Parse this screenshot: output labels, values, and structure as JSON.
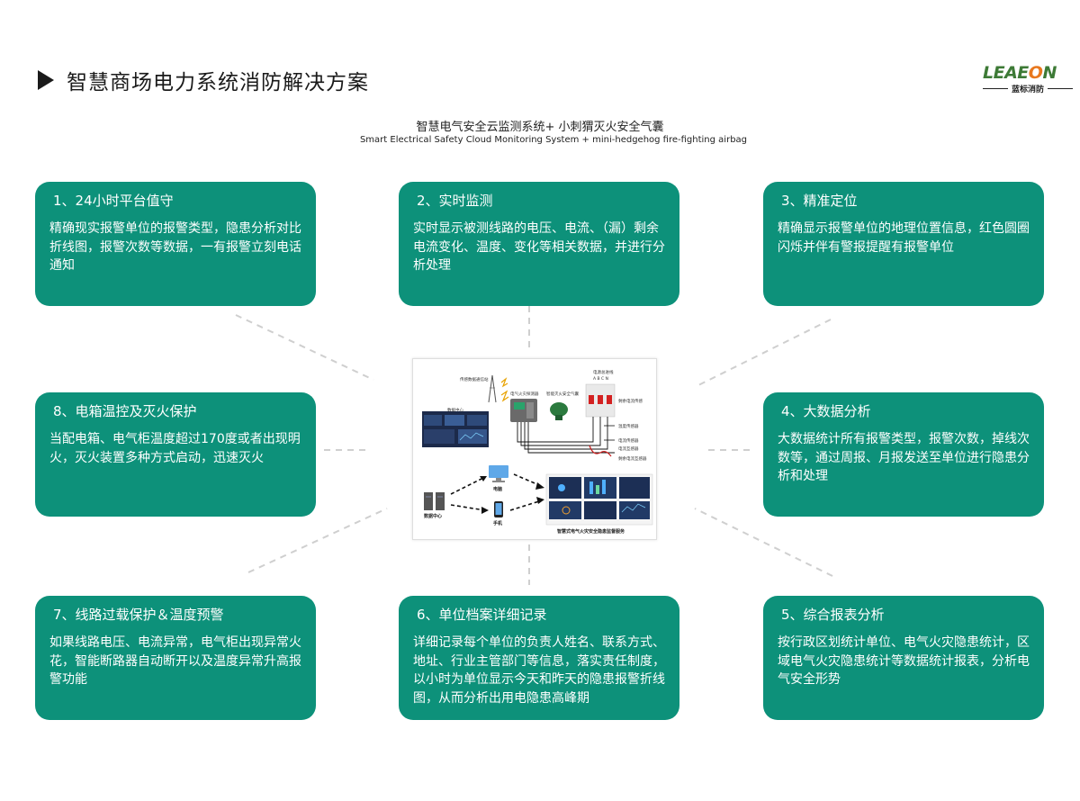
{
  "header": {
    "title": "智慧商场电力系统消防解决方案",
    "logo_text_a": "LEAE",
    "logo_text_b": "O",
    "logo_text_c": "N",
    "logo_sub": "蓝标消防"
  },
  "subtitle": {
    "cn": "智慧电气安全云监测系统+ 小刺猬灭火安全气囊",
    "en": "Smart Electrical Safety Cloud Monitoring System + mini-hedgehog fire-fighting airbag"
  },
  "colors": {
    "card": "#0d917a",
    "logo_green": "#3d7a36",
    "logo_orange": "#e8781e"
  },
  "cards": [
    {
      "title": "1、24小时平台值守",
      "body": "精确现实报警单位的报警类型，隐患分析对比折线图，报警次数等数据，一有报警立刻电话通知"
    },
    {
      "title": "2、实时监测",
      "body": "实时显示被测线路的电压、电流、（漏）剩余电流变化、温度、变化等相关数据，并进行分析处理"
    },
    {
      "title": "3、精准定位",
      "body": "精确显示报警单位的地理位置信息，红色圆圈闪烁并伴有警报提醒有报警单位"
    },
    {
      "title": "4、大数据分析",
      "body": "大数据统计所有报警类型，报警次数，掉线次数等，通过周报、月报发送至单位进行隐患分析和处理"
    },
    {
      "title": "5、综合报表分析",
      "body": "按行政区划统计单位、电气火灾隐患统计，区域电气火灾隐患统计等数据统计报表，分析电气安全形势"
    },
    {
      "title": "6、单位档案详细记录",
      "body": "详细记录每个单位的负责人姓名、联系方式、地址、行业主管部门等信息，落实责任制度，以小时为单位显示今天和昨天的隐患报警折线图，从而分析出用电隐患高峰期"
    },
    {
      "title": "7、线路过载保护＆温度预警",
      "body": "如果线路电压、电流异常，电气柜出现异常火花，智能断路器自动断开以及温度异常升高报警功能"
    },
    {
      "title": "8、电箱温控及灭火保护",
      "body": "当配电箱、电气柜温度超过170度或者出现明火，灭火装置多种方式启动，迅速灭火"
    }
  ],
  "diagram": {
    "label_tower": "传感数据通信站",
    "label_datacenter_top": "数据中心",
    "label_device1": "电气火灾探测器",
    "label_device2": "智能灭火安全气囊",
    "label_breaker": "电源总进线",
    "label_breaker_abc": "A B C N",
    "label_s1": "剩余电流传感",
    "label_s2": "温度传感器",
    "label_s3": "电流传感器",
    "label_s4": "电流互感器",
    "label_s5": "剩余电流互感器",
    "label_pc": "电脑",
    "label_phone": "手机",
    "label_datacenter": "数据中心",
    "label_service": "智慧式电气火灾安全隐患监督服务"
  }
}
